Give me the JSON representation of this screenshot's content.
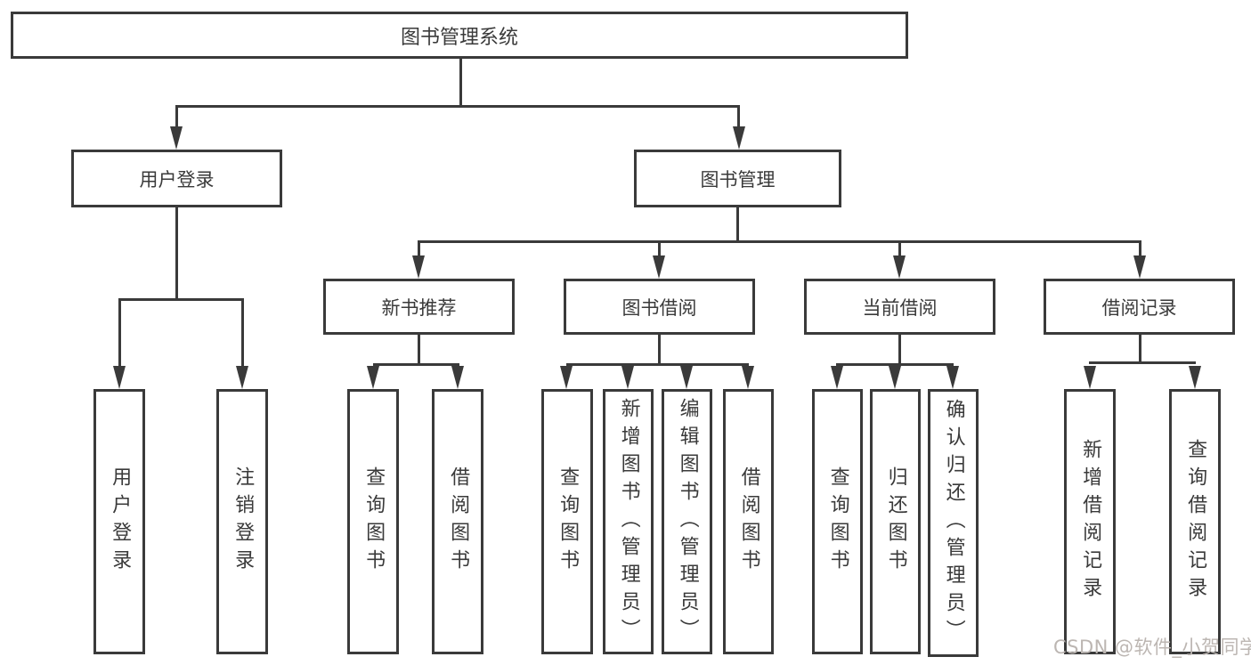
{
  "diagram": {
    "root": {
      "label": "图书管理系统"
    },
    "branches": [
      {
        "label": "用户登录",
        "children": [
          {
            "label": "用户登录"
          },
          {
            "label": "注销登录"
          }
        ]
      },
      {
        "label": "图书管理",
        "sections": [
          {
            "label": "新书推荐",
            "children": [
              {
                "label": "查询图书"
              },
              {
                "label": "借阅图书"
              }
            ]
          },
          {
            "label": "图书借阅",
            "children": [
              {
                "label": "查询图书"
              },
              {
                "label": "新增图书（管理员）"
              },
              {
                "label": "编辑图书（管理员）"
              },
              {
                "label": "借阅图书"
              }
            ]
          },
          {
            "label": "当前借阅",
            "children": [
              {
                "label": "查询图书"
              },
              {
                "label": "归还图书"
              },
              {
                "label": "确认归还（管理员）"
              }
            ]
          },
          {
            "label": "借阅记录",
            "children": [
              {
                "label": "新增借阅记录"
              },
              {
                "label": "查询借阅记录"
              }
            ]
          }
        ]
      }
    ],
    "watermark": {
      "text": "CSDN @软件_小贺同学"
    },
    "colors": {
      "line": "#3a3a3a",
      "text": "#3a3a3a",
      "background": "#ffffff",
      "watermark": "#bcb6b2"
    }
  }
}
